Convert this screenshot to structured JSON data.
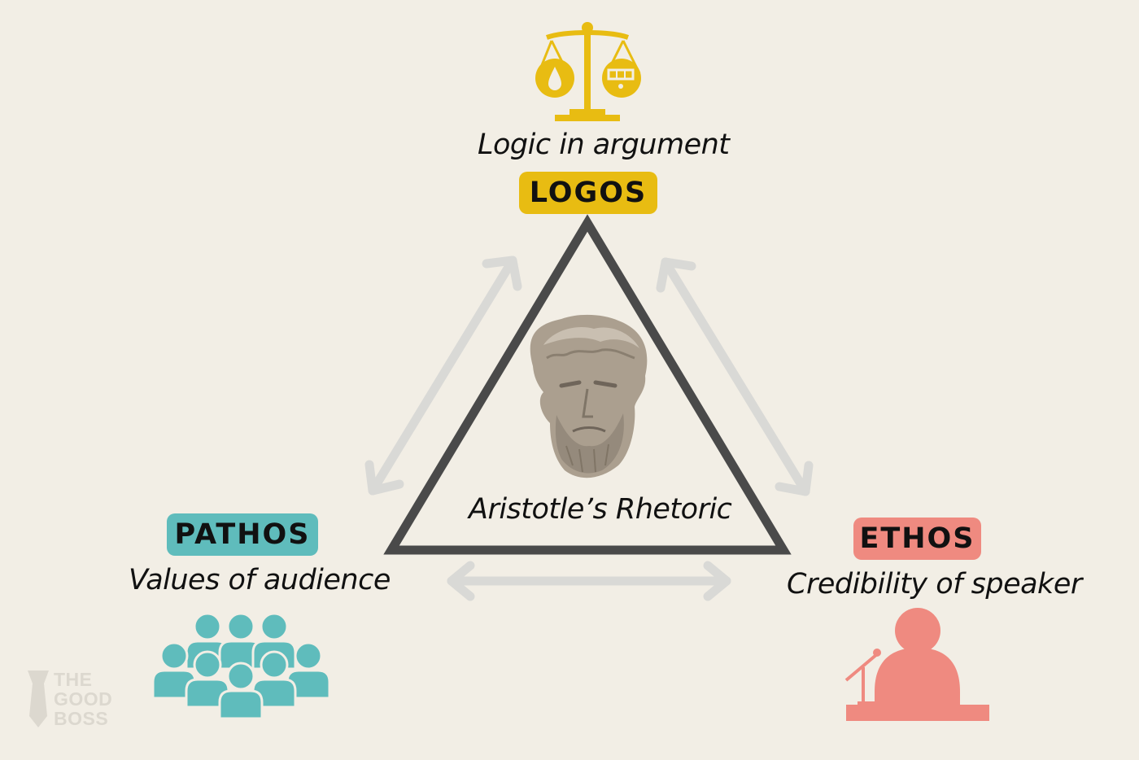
{
  "diagram": {
    "center_label": "Aristotle’s Rhetoric",
    "nodes": {
      "logos": {
        "label": "LOGOS",
        "caption": "Logic in argument",
        "color": "#e8bc12",
        "icon": "scales-icon"
      },
      "pathos": {
        "label": "PATHOS",
        "caption": "Values of audience",
        "color": "#5fbcbc",
        "icon": "audience-icon"
      },
      "ethos": {
        "label": "ETHOS",
        "caption": "Credibility of speaker",
        "color": "#ef8a80",
        "icon": "speaker-icon"
      }
    },
    "colors": {
      "background": "#f2eee5",
      "triangle": "#4a4a4a",
      "arrows": "#d9d9d6"
    }
  },
  "watermark": {
    "line1": "THE",
    "line2": "GOOD",
    "line3": "BOSS"
  }
}
